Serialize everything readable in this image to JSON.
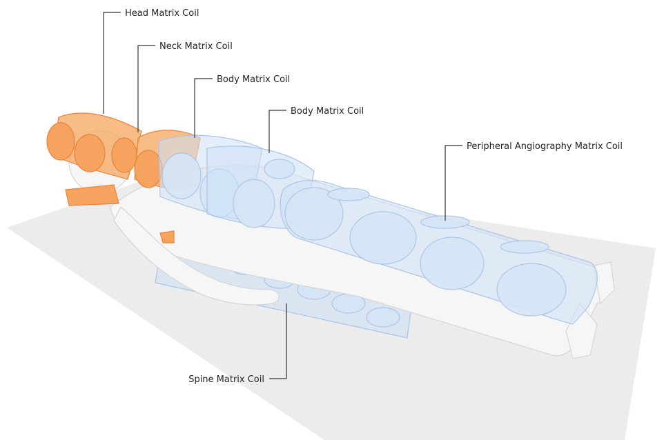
{
  "callouts": {
    "head": "Head Matrix Coil",
    "neck": "Neck Matrix Coil",
    "body_upper": "Body Matrix Coil",
    "body_lower": "Body Matrix Coil",
    "peripheral": "Peripheral Angiography Matrix Coil",
    "spine": "Spine Matrix Coil"
  },
  "colors": {
    "head_neck_coil": "#f5a35e",
    "body_coil": "#d6e6f7",
    "patient": "#f6f6f6",
    "table": "#ececec"
  }
}
